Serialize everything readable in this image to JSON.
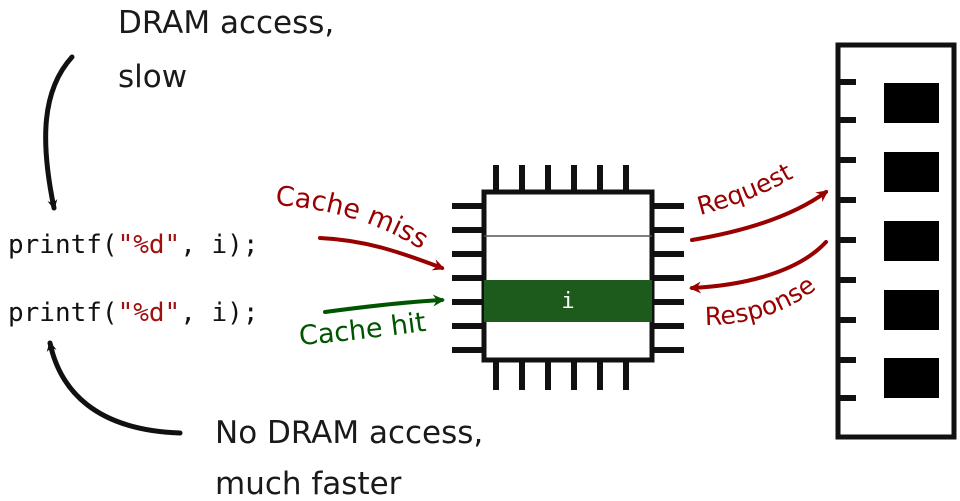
{
  "notes": {
    "top_line1": "DRAM access,",
    "top_line2": "slow",
    "bottom_line1": "No DRAM access,",
    "bottom_line2": "much faster"
  },
  "code_lines": [
    {
      "fn": "printf(",
      "fmt": "\"%d\"",
      "rest": ", i);"
    },
    {
      "fn": "printf(",
      "fmt": "\"%d\"",
      "rest": ", i);"
    }
  ],
  "labels": {
    "cache_miss": "Cache miss",
    "cache_hit": "Cache hit",
    "request": "Request",
    "response": "Response",
    "cache_line_value": "i"
  },
  "colors": {
    "miss": "#990000",
    "hit": "#005500",
    "cache_line": "#1d5b1d",
    "string_literal": "#a01010",
    "ink": "#111111"
  },
  "components": {
    "cpu": "cpu-chip-icon",
    "dram": "dram-module-icon"
  }
}
